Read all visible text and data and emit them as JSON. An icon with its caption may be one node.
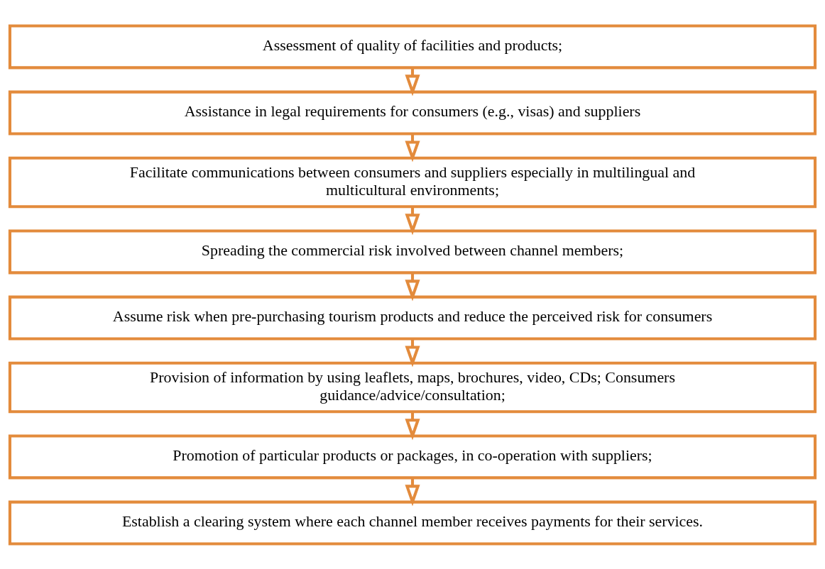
{
  "diagram": {
    "nodes": [
      {
        "text": [
          "Assessment of quality of facilities and products;"
        ]
      },
      {
        "text": [
          "Assistance in legal requirements for consumers (e.g., visas) and suppliers"
        ]
      },
      {
        "text": [
          "Facilitate communications between consumers and suppliers especially in multilingual and multicultural environments;"
        ]
      },
      {
        "text": [
          "Spreading the commercial risk involved between channel members;"
        ]
      },
      {
        "text": [
          "Assume risk when pre-purchasing tourism products and reduce the perceived risk for consumers"
        ]
      },
      {
        "text": [
          "Provision of information by using leaflets, maps, brochures, video, CDs; Consumers guidance/advice/consultation;"
        ]
      },
      {
        "text": [
          "Promotion of particular products or packages, in co-operation with suppliers;"
        ]
      },
      {
        "text": [
          "Establish a clearing system where each channel member receives payments for their services."
        ]
      }
    ],
    "edges": [
      {
        "from": 0,
        "to": 1,
        "arrow": "to"
      },
      {
        "from": 1,
        "to": 2,
        "arrow": "to"
      },
      {
        "from": 2,
        "to": 3,
        "arrow": "to"
      },
      {
        "from": 3,
        "to": 4,
        "arrow": "to"
      },
      {
        "from": 4,
        "to": 5,
        "arrow": "to"
      },
      {
        "from": 5,
        "to": 6,
        "arrow": "to"
      },
      {
        "from": 6,
        "to": 7,
        "arrow": "to"
      }
    ]
  }
}
